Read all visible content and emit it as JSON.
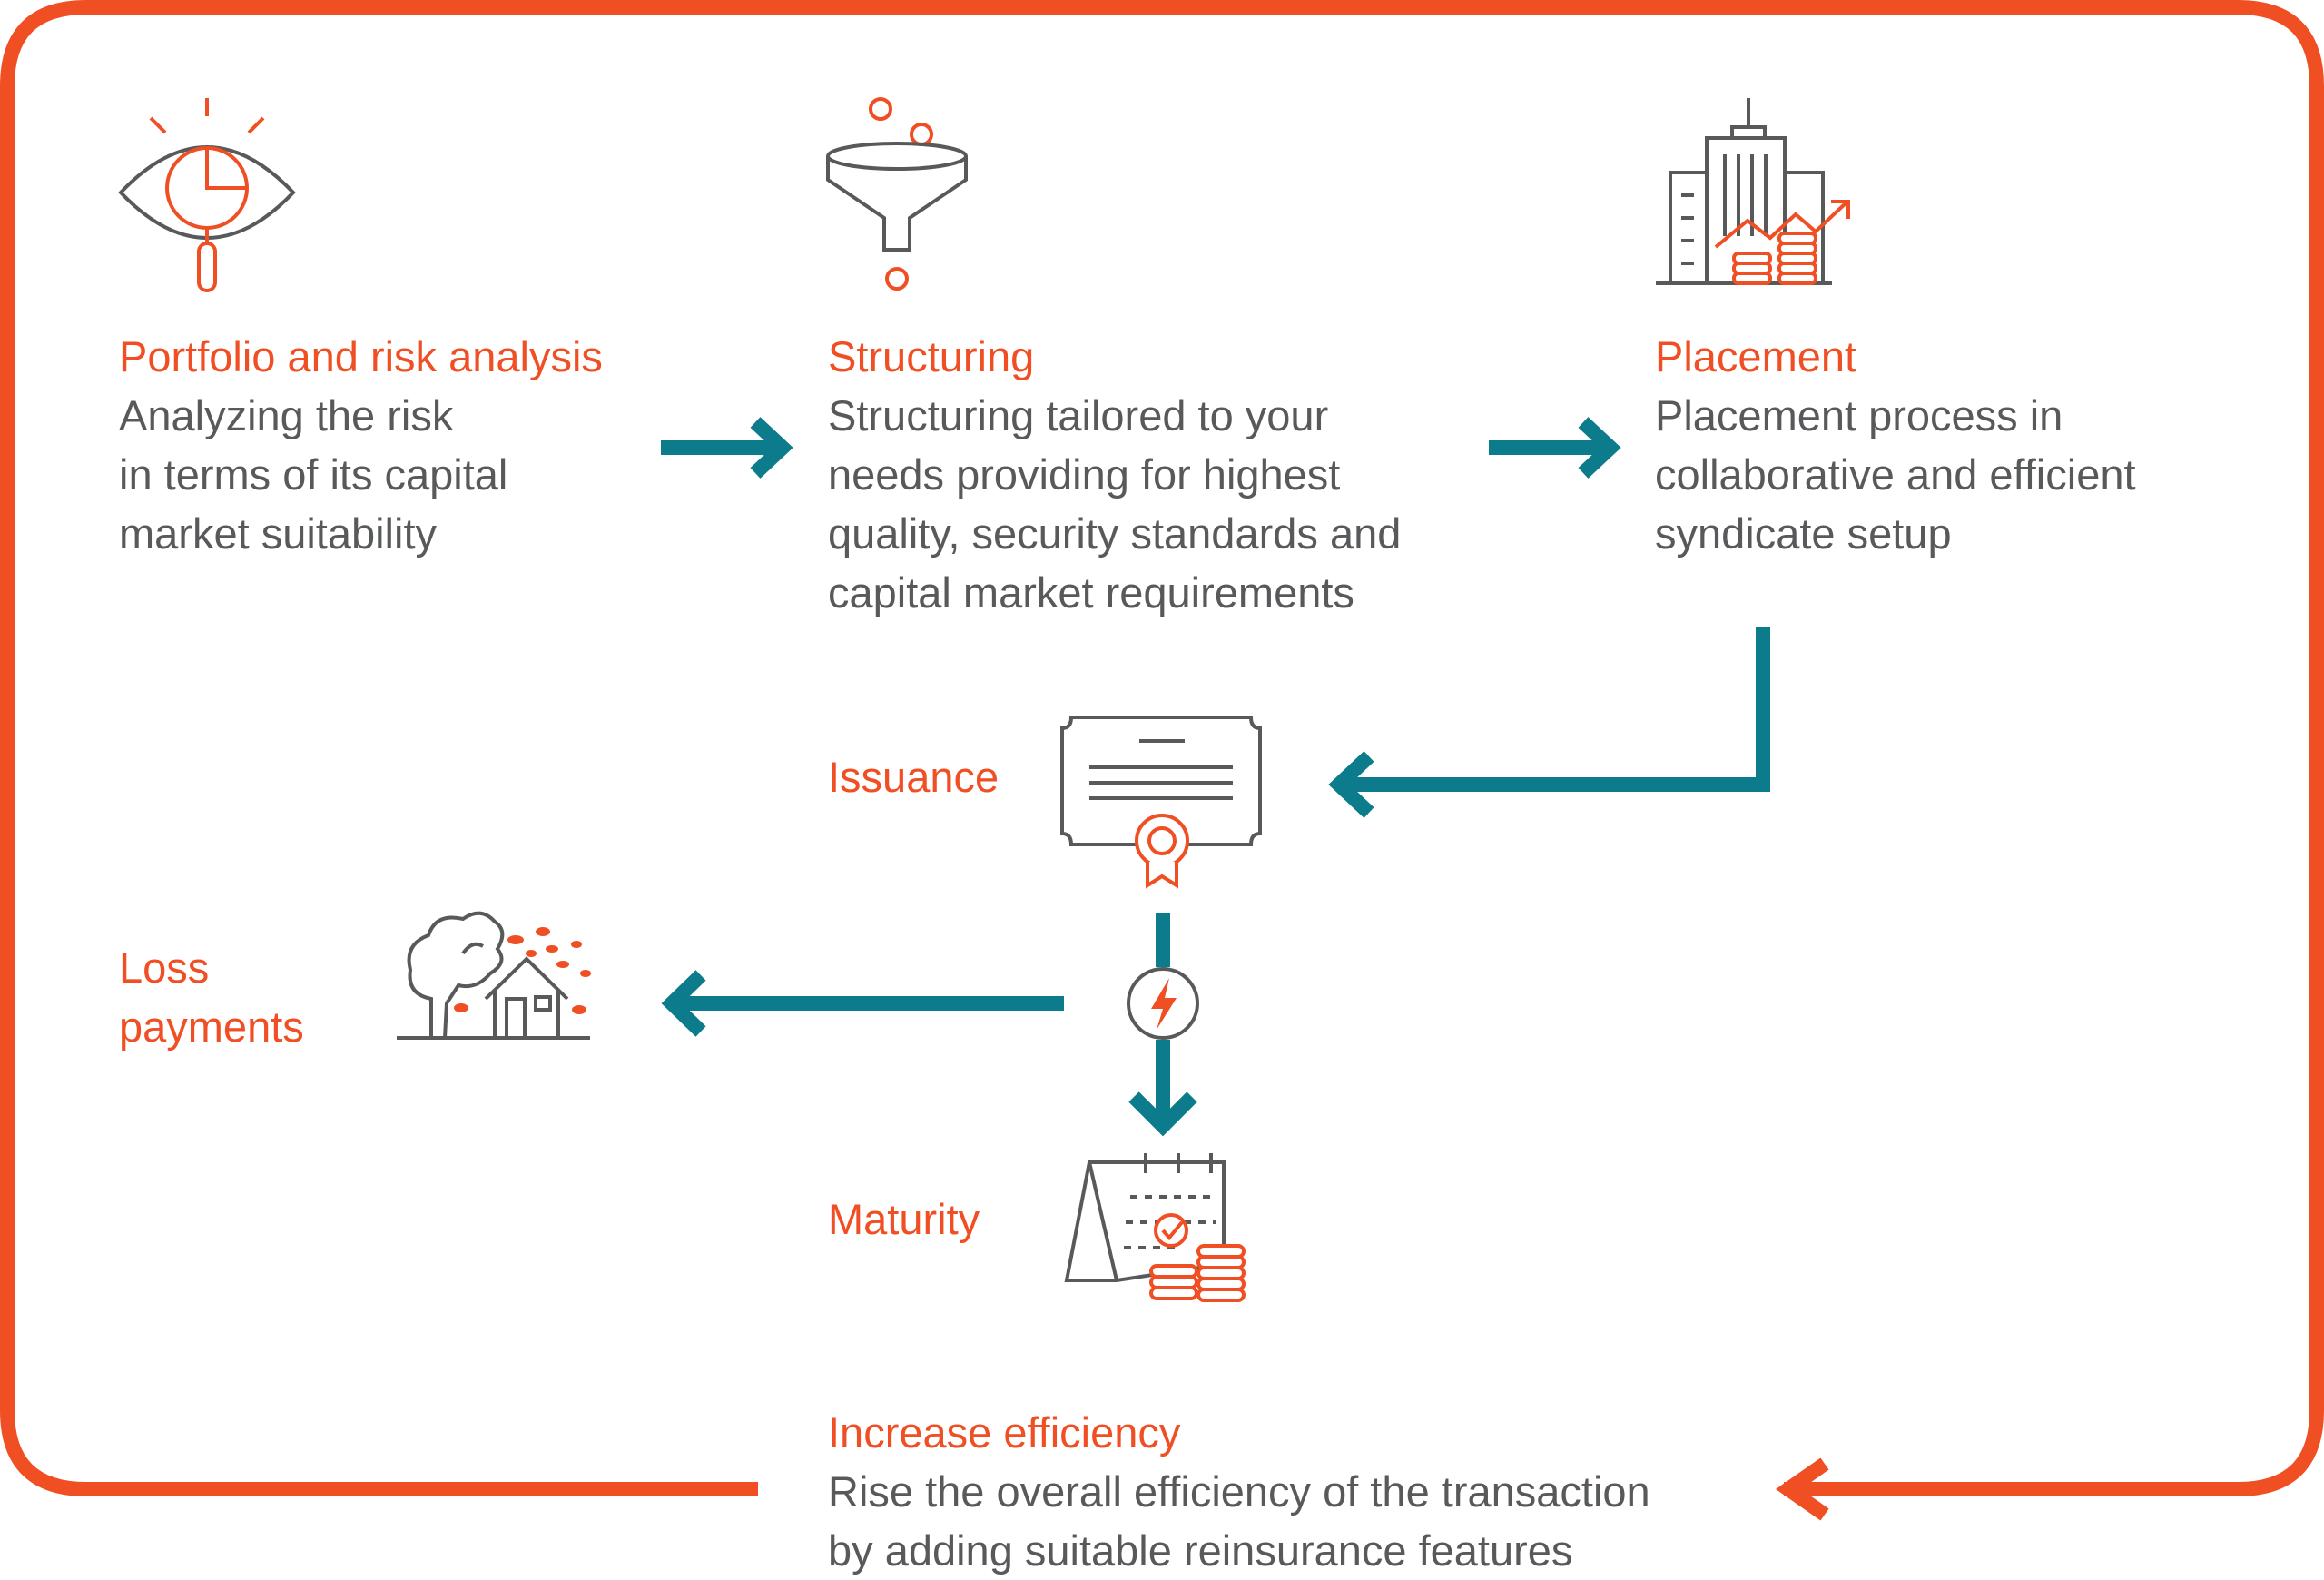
{
  "colors": {
    "accent": "#f04e23",
    "arrow": "#0c7c8c",
    "text": "#58595b",
    "icon": "#58595b"
  },
  "steps": [
    {
      "title": "Portfolio and risk analysis",
      "lines": [
        "Analyzing the risk",
        "in terms of its capital",
        "market suitability"
      ],
      "icon": "eye-chart-magnifier-icon"
    },
    {
      "title": "Structuring",
      "lines": [
        "Structuring tailored to your",
        "needs providing for highest",
        "quality, security standards and",
        "capital market requirements"
      ],
      "icon": "funnel-icon"
    },
    {
      "title": "Placement",
      "lines": [
        "Placement process in",
        "collaborative and efficient",
        "syndicate setup"
      ],
      "icon": "buildings-coins-chart-icon"
    }
  ],
  "issuance": {
    "label": "Issuance",
    "icon": "certificate-icon"
  },
  "trigger": {
    "icon": "lightning-bolt-icon"
  },
  "loss": {
    "lines": [
      "Loss",
      "payments"
    ],
    "icon": "storm-house-icon"
  },
  "maturity": {
    "label": "Maturity",
    "icon": "calendar-coins-icon"
  },
  "efficiency": {
    "title": "Increase efficiency",
    "lines": [
      "Rise the overall efficiency of the transaction",
      "by adding suitable reinsurance features"
    ]
  }
}
